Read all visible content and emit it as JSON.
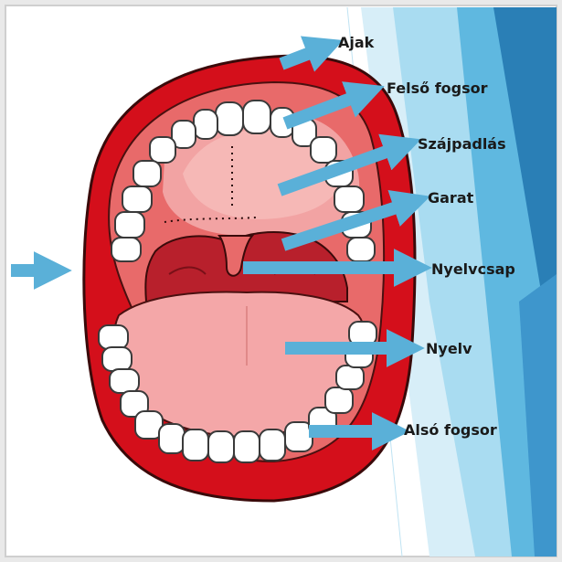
{
  "labels": {
    "ajak": "Ajak",
    "felso_fogsor": "Felső fogsor",
    "szajpadlas": "Szájpadlás",
    "garat": "Garat",
    "nyelvcsap": "Nyelvcsap",
    "nyelv": "Nyelv",
    "also_fogsor": "Alsó fogsor"
  },
  "colors": {
    "arrow": "#5ab0d8",
    "lip": "#d40f1b",
    "mouth_inner": "#e86a6a",
    "palate": "#f2a3a3",
    "tongue": "#f4a7a8",
    "throat": "#b8202c",
    "teeth": "#ffffff",
    "panel_dark": "#2a7fb6",
    "panel_light": "#8fcde9"
  }
}
